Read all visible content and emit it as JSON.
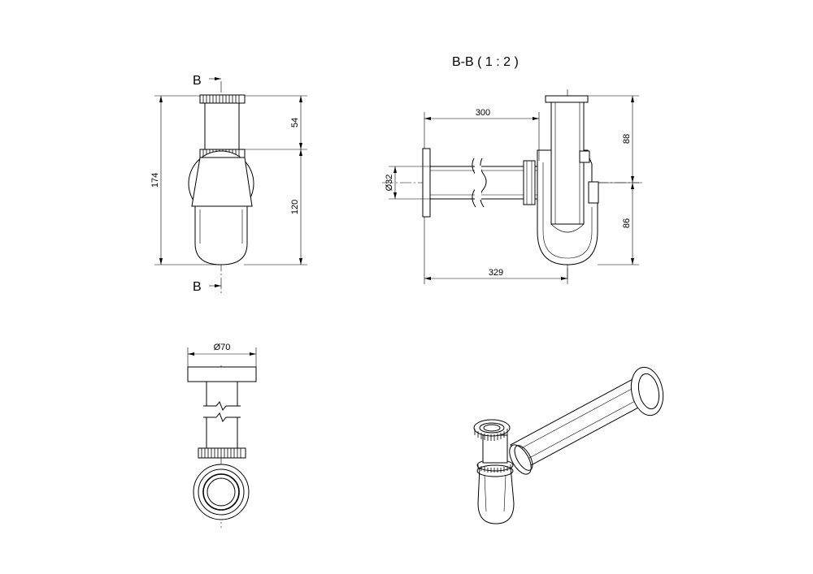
{
  "section_title": "B-B ( 1 : 2 )",
  "section_markers": {
    "top": "B",
    "bottom": "B"
  },
  "dimensions": {
    "total_height": "174",
    "upper_height": "54",
    "lower_height": "120",
    "pipe_length": "300",
    "total_length": "329",
    "pipe_diameter": "Ø32",
    "upper_section": "88",
    "lower_section": "86",
    "flange_diameter": "Ø70"
  }
}
